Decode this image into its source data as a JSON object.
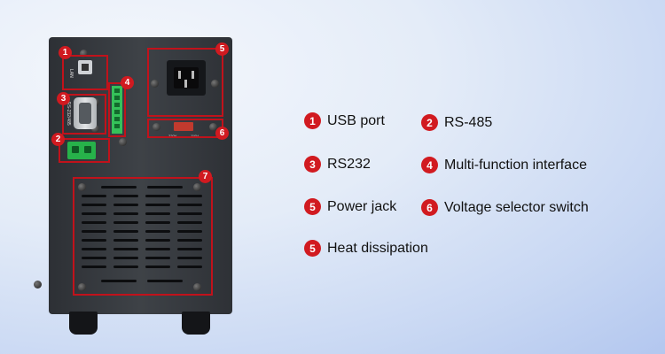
{
  "device": {
    "panel_labels": {
      "usb": "LAN",
      "rs232": "RS-232/485",
      "voltage_left": "220V",
      "voltage_right": "110V"
    },
    "callouts": [
      "1",
      "2",
      "3",
      "4",
      "5",
      "6",
      "7"
    ]
  },
  "legend": [
    {
      "number": "1",
      "label": "USB port"
    },
    {
      "number": "2",
      "label": "RS-485"
    },
    {
      "number": "3",
      "label": "RS232"
    },
    {
      "number": "4",
      "label": "Multi-function interface"
    },
    {
      "number": "5",
      "label": "Power jack"
    },
    {
      "number": "6",
      "label": "Voltage selector switch"
    },
    {
      "number": "5",
      "label": "Heat dissipation"
    }
  ],
  "colors": {
    "accent_red": "#d11a20",
    "device_body": "#3a3d42",
    "terminal_green": "#27b24a"
  },
  "icons": [
    "usb-port-icon",
    "db9-connector-icon",
    "terminal-block-icon",
    "iec-power-inlet-icon",
    "selector-switch-icon",
    "vent-grille-icon"
  ]
}
